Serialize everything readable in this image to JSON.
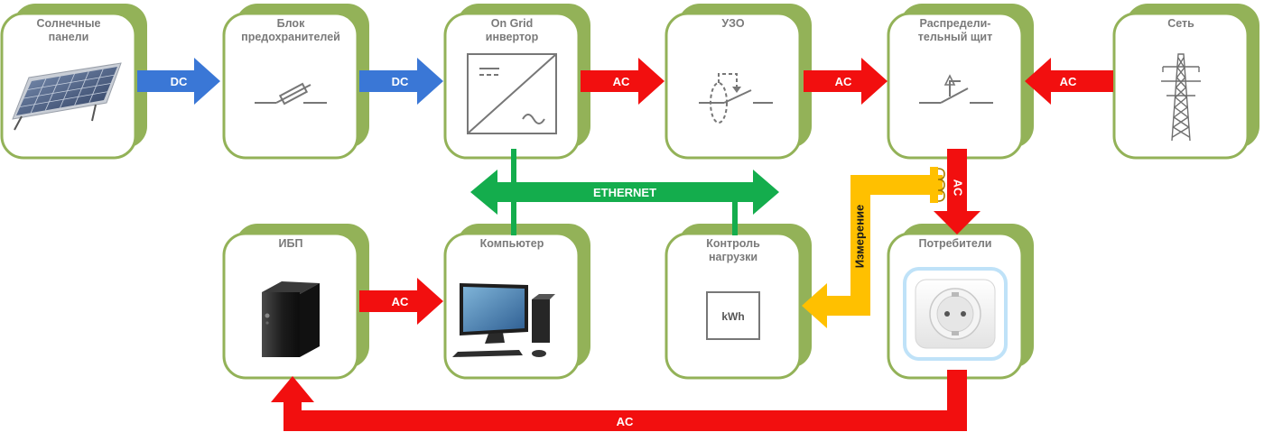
{
  "colors": {
    "dc": "#3a77d6",
    "ac": "#f20f0f",
    "ethernet": "#14ad4d",
    "measurement": "#ffc000",
    "block_shadow": "#93b258",
    "block_face": "#ffffff",
    "block_border": "#93b258",
    "title_text": "#7a7a7a",
    "symbol": "#777777"
  },
  "blocks": {
    "solar": {
      "title": [
        "Солнечные",
        "панели"
      ],
      "icon": "solar-panel-icon"
    },
    "fuse": {
      "title": [
        "Блок",
        "предохранителей"
      ],
      "icon": "fuse-icon"
    },
    "inverter": {
      "title": [
        "On Grid",
        "инвертор"
      ],
      "icon": "inverter-icon"
    },
    "rcd": {
      "title": [
        "УЗО"
      ],
      "icon": "rcd-icon"
    },
    "panel": {
      "title": [
        "Распредели-",
        "тельный щит"
      ],
      "icon": "breaker-icon"
    },
    "grid": {
      "title": [
        "Сеть"
      ],
      "icon": "power-pylon-icon"
    },
    "ups": {
      "title": [
        "ИБП"
      ],
      "icon": "ups-icon"
    },
    "computer": {
      "title": [
        "Компьютер"
      ],
      "icon": "computer-icon"
    },
    "load_control": {
      "title": [
        "Контроль",
        "нагрузки"
      ],
      "icon": "kwh-meter-icon",
      "meter_label": "kWh"
    },
    "consumers": {
      "title": [
        "Потребители"
      ],
      "icon": "power-socket-icon"
    }
  },
  "arrows": {
    "solar_to_fuse": "DC",
    "fuse_to_inverter": "DC",
    "inverter_to_rcd": "AC",
    "rcd_to_panel": "AC",
    "grid_to_panel": "AC",
    "panel_to_consumers": "AC",
    "ups_to_computer": "AC",
    "consumers_to_ups": "AC"
  },
  "ethernet_label": "ETHERNET",
  "measurement_label": "Измерение"
}
